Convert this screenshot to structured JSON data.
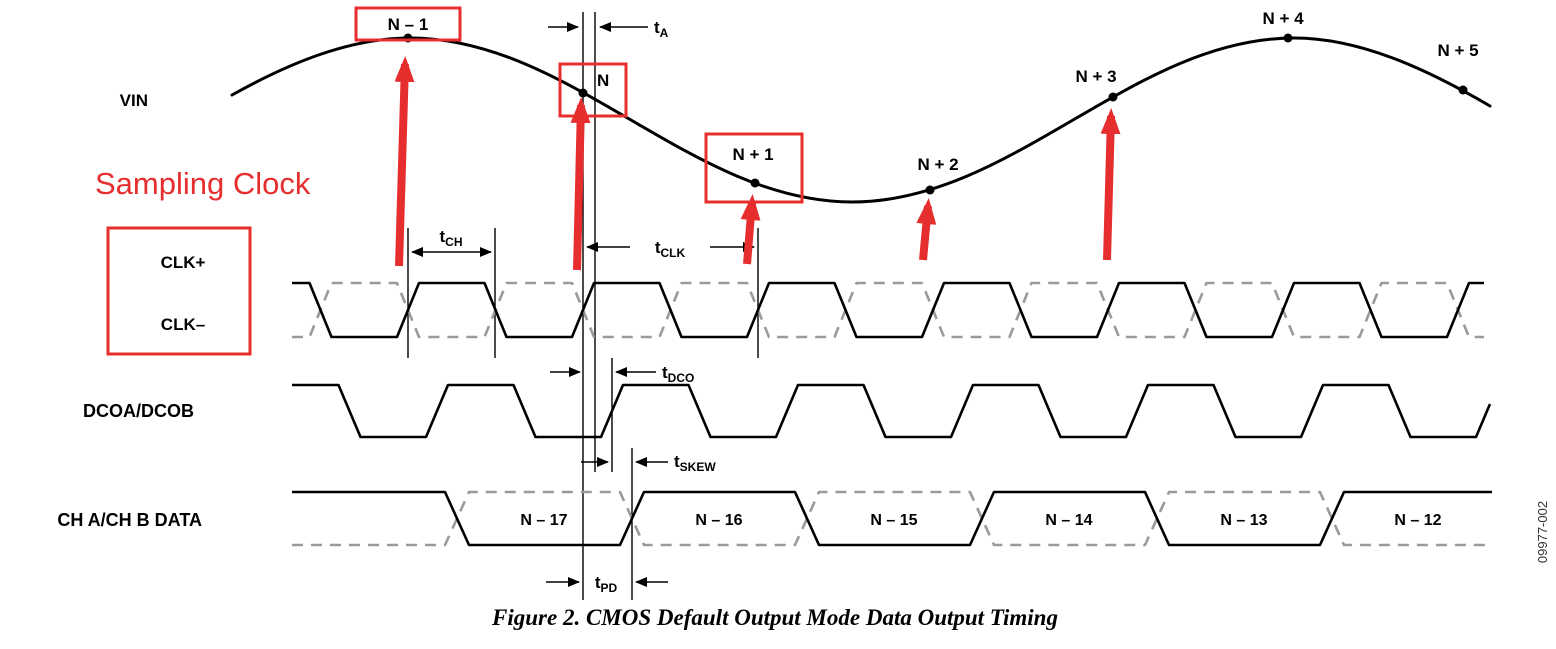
{
  "figure": {
    "caption": "Figure 2. CMOS Default Output Mode Data Output Timing",
    "doc_code": "09977-002"
  },
  "colors": {
    "annotation_red": "#e62e2e",
    "waveform_black": "#000000",
    "waveform_gray": "#9a9a9a"
  },
  "overlay": {
    "sampling_clock_label": "Sampling Clock"
  },
  "signals": {
    "vin": "VIN",
    "clk_plus": "CLK+",
    "clk_minus": "CLK–",
    "dco": "DCOA/DCOB",
    "data": "CH A/CH B DATA"
  },
  "samples": [
    {
      "label": "N – 1"
    },
    {
      "label": "N"
    },
    {
      "label": "N + 1"
    },
    {
      "label": "N + 2"
    },
    {
      "label": "N + 3"
    },
    {
      "label": "N + 4"
    },
    {
      "label": "N + 5"
    }
  ],
  "timing": {
    "ta": {
      "main": "t",
      "sub": "A"
    },
    "tch": {
      "main": "t",
      "sub": "CH"
    },
    "tclk": {
      "main": "t",
      "sub": "CLK"
    },
    "tdco": {
      "main": "t",
      "sub": "DCO"
    },
    "tskew": {
      "main": "t",
      "sub": "SKEW"
    },
    "tpd": {
      "main": "t",
      "sub": "PD"
    }
  },
  "data_cells": [
    "N – 17",
    "N – 16",
    "N – 15",
    "N – 14",
    "N – 13",
    "N – 12"
  ]
}
